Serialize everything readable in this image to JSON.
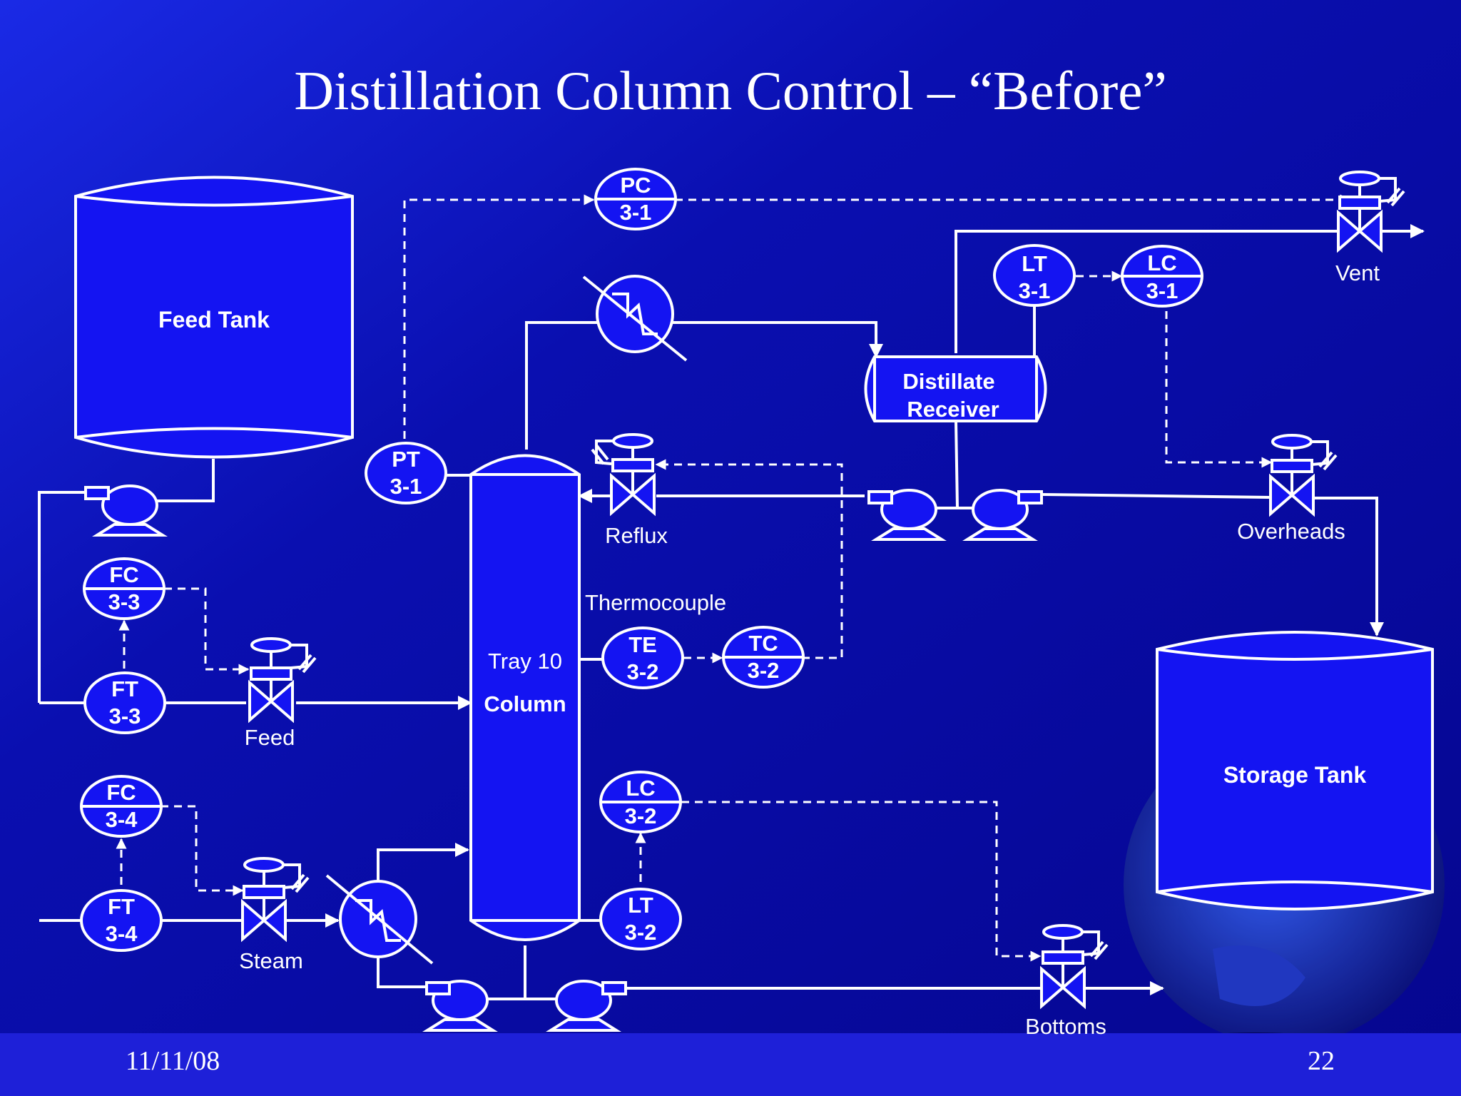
{
  "slide": {
    "title": "Distillation Column Control – “Before”",
    "date": "11/11/08",
    "page_number": "22"
  },
  "vessels": {
    "feed_tank": "Feed Tank",
    "storage_tank": "Storage Tank",
    "distillate_receiver_line1": "Distillate",
    "distillate_receiver_line2": "Receiver",
    "column_tray": "Tray 10",
    "column": "Column"
  },
  "valves": {
    "vent": "Vent",
    "reflux": "Reflux",
    "overheads": "Overheads",
    "feed": "Feed",
    "steam": "Steam",
    "bottoms": "Bottoms"
  },
  "labels": {
    "thermocouple": "Thermocouple"
  },
  "instruments": {
    "pc31": {
      "tag": "PC",
      "num": "3-1"
    },
    "pt31": {
      "tag": "PT",
      "num": "3-1"
    },
    "lt31": {
      "tag": "LT",
      "num": "3-1"
    },
    "lc31": {
      "tag": "LC",
      "num": "3-1"
    },
    "fc33": {
      "tag": "FC",
      "num": "3-3"
    },
    "ft33": {
      "tag": "FT",
      "num": "3-3"
    },
    "fc34": {
      "tag": "FC",
      "num": "3-4"
    },
    "ft34": {
      "tag": "FT",
      "num": "3-4"
    },
    "te32": {
      "tag": "TE",
      "num": "3-2"
    },
    "tc32": {
      "tag": "TC",
      "num": "3-2"
    },
    "lc32": {
      "tag": "LC",
      "num": "3-2"
    },
    "lt32": {
      "tag": "LT",
      "num": "3-2"
    }
  },
  "colors": {
    "background": "#05068f",
    "equipment_fill": "#1414f2",
    "line": "#ffffff",
    "footer_band": "#1e20d8"
  }
}
